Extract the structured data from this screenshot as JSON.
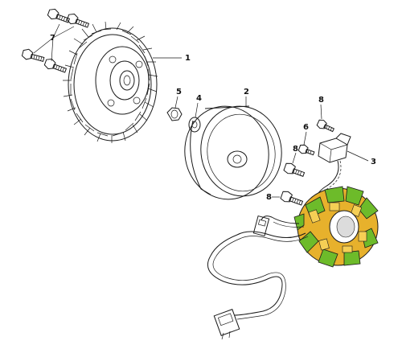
{
  "diagram": {
    "callouts": {
      "flywheel_fan": "1",
      "rotor": "2",
      "pickup_wire": "3",
      "washer": "4",
      "nut": "5",
      "pickup_coil": "6",
      "fan_bolts": "7",
      "stator_bolt_upper": "8",
      "stator_bolt_mid": "8",
      "stator_bolt_lower": "8"
    },
    "colors": {
      "line": "#1a1a1a",
      "stator_core": "#6dbb2a",
      "stator_winding": "#e7b12c"
    }
  }
}
